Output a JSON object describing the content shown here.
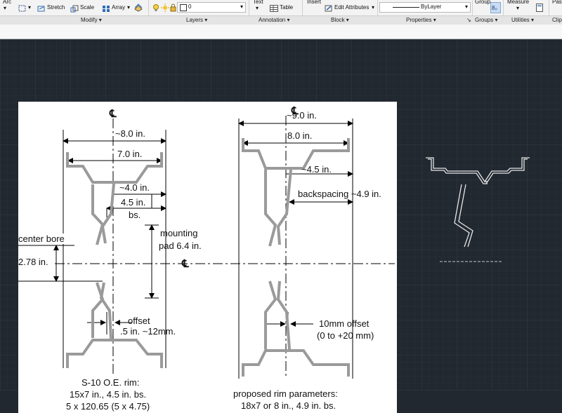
{
  "ribbon": {
    "arc_label": "Arc",
    "stretch_label": "Stretch",
    "scale_label": "Scale",
    "array_label": "Array",
    "text_label": "Text",
    "table_label": "Table",
    "insert_label": "Insert",
    "edit_attributes_label": "Edit Attributes",
    "group_label": "Group",
    "measure_label": "Measure",
    "paste_label": "Past",
    "layer_value": "0",
    "bylayer_value": "ByLayer"
  },
  "panels": {
    "modify": "Modify",
    "layers": "Layers",
    "annotation": "Annotation",
    "block": "Block",
    "properties": "Properties",
    "groups": "Groups",
    "utilities": "Utilities",
    "clip": "Clip"
  },
  "drawing": {
    "centerline_symbol": "℄",
    "left": {
      "dim_8": "~8.0 in.",
      "dim_7": "7.0 in.",
      "dim_4": "~4.0 in.",
      "dim_45": "4.5 in.",
      "bs": "bs.",
      "mounting_1": "mounting",
      "mounting_2": "pad 6.4 in.",
      "center_bore": "center bore",
      "bore_value": "2.78 in.",
      "offset_1": "offset",
      "offset_2": ".5 in. ~12mm.",
      "caption_1": "S-10 O.E. rim:",
      "caption_2": "15x7 in., 4.5 in. bs.",
      "caption_3": "5 x 120.65 (5 x 4.75)"
    },
    "right": {
      "dim_9": "~9.0 in.",
      "dim_8": "8.0 in.",
      "dim_45": "~4.5 in.",
      "backspacing": "backspacing ~4.9 in.",
      "offset_1": "10mm  offset",
      "offset_2": "(0 to +20 mm)",
      "caption_1": "proposed rim parameters:",
      "caption_2": "18x7 or 8 in., 4.9 in. bs."
    }
  }
}
